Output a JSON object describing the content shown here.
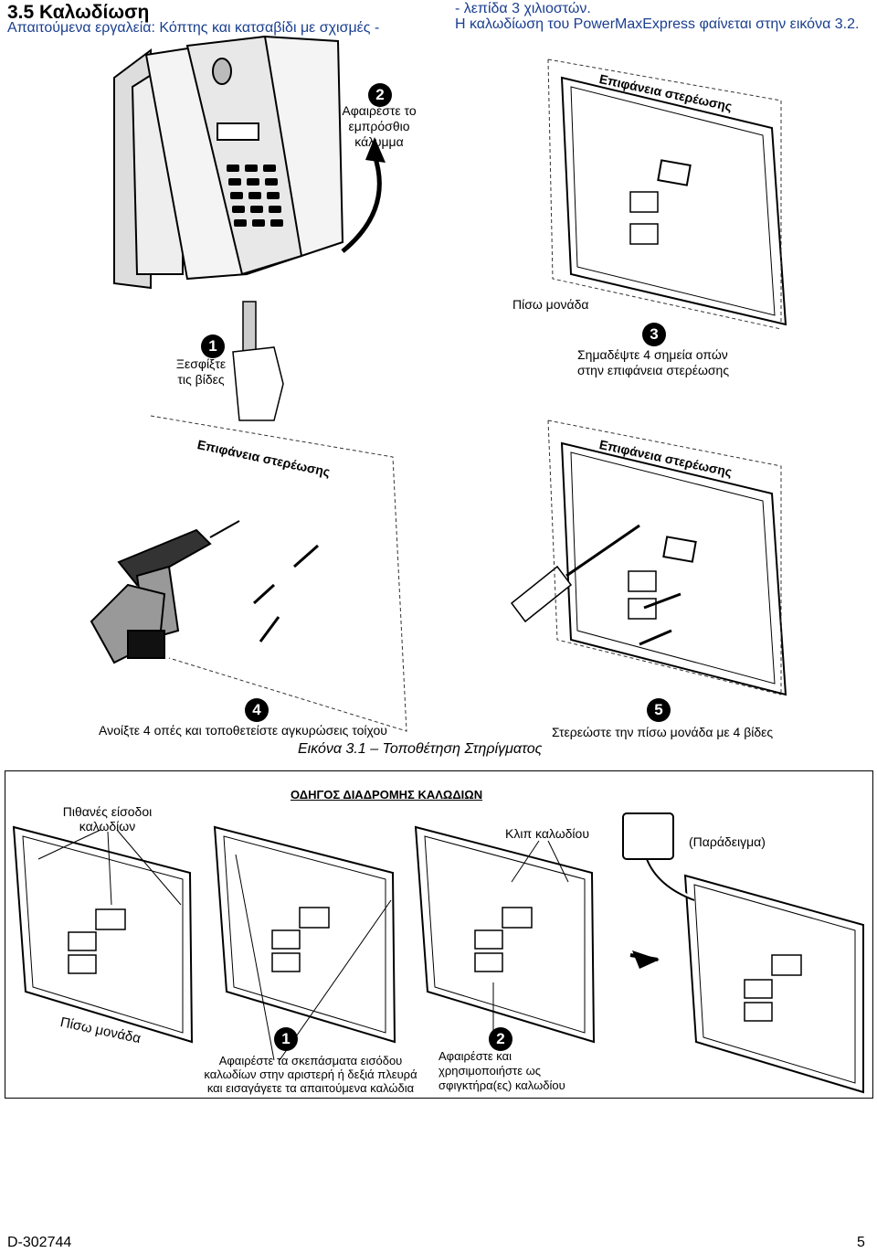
{
  "header": {
    "section_number": "3.5",
    "section_title": "Καλωδίωση",
    "tools_line1": "Απαιτούμενα εργαλεία: Κόπτης και κατσαβίδι με σχισμές -",
    "tools_line2": "- λεπίδα 3 χιλιοστών.",
    "intro": "Η καλωδίωση του PowerMaxExpress φαίνεται στην εικόνα 3.2."
  },
  "figure1": {
    "step1": {
      "num": "1",
      "text_line1": "Ξεσφίξτε",
      "text_line2": "τις βίδες"
    },
    "step2": {
      "num": "2",
      "text_line1": "Αφαιρέστε το",
      "text_line2": "εμπρόσθιο",
      "text_line3": "κάλυμμα"
    },
    "step3": {
      "num": "3",
      "text_line1": "Σημαδέψτε 4 σημεία οπών",
      "text_line2": "στην επιφάνεια στερέωσης"
    },
    "step4": {
      "num": "4",
      "text": "Ανοίξτε 4 οπές και τοποθετείστε αγκυρώσεις τοίχου"
    },
    "step5": {
      "num": "5",
      "text": "Στερεώστε την πίσω μονάδα με 4 βίδες"
    },
    "surface_label_a": "Επιφάνεια στερέωσης",
    "surface_label_b": "Επιφάνεια στερέωσης",
    "surface_label_c": "Επιφάνεια στερέωσης",
    "back_unit_label": "Πίσω μονάδα",
    "caption": "Εικόνα 3.1 – Τοποθέτηση Στηρίγματος"
  },
  "figure2": {
    "guide_title": "ΟΔΗΓΟΣ ΔΙΑΔΡΟΜΗΣ ΚΑΛΩΔΙΩΝ",
    "cable_inputs_line1": "Πιθανές είσοδοι",
    "cable_inputs_line2": "καλωδίων",
    "cable_clip": "Κλιπ καλωδίου",
    "example": "(Παράδειγμα)",
    "back_unit": "Πίσω μονάδα",
    "step1": {
      "num": "1",
      "line1": "Αφαιρέστε τα σκεπάσματα εισόδου",
      "line2": "καλωδίων στην αριστερή ή δεξιά πλευρά",
      "line3": "και εισαγάγετε τα απαιτούμενα καλώδια"
    },
    "step2": {
      "num": "2",
      "line1": "Αφαιρέστε και",
      "line2": "χρησιμοποιήστε ως",
      "line3": "σφιγκτήρα(ες) καλωδίου"
    }
  },
  "footer": {
    "doc_id": "D-302744",
    "page": "5"
  }
}
